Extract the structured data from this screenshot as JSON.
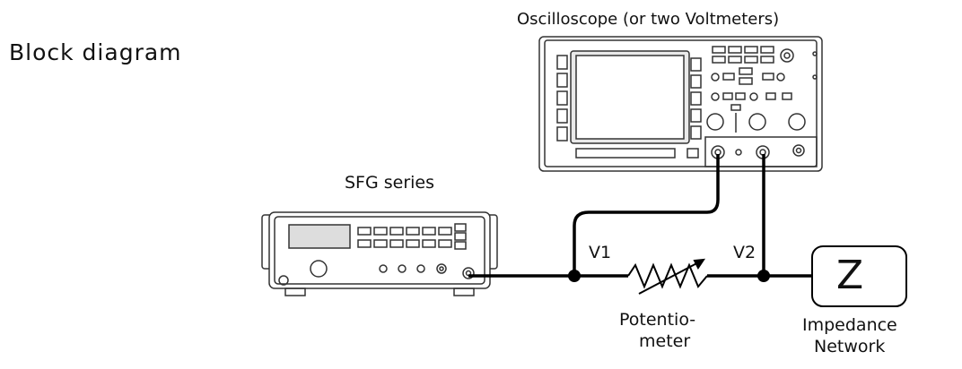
{
  "title": "Block diagram",
  "oscilloscope": {
    "label": "Oscilloscope (or two Voltmeters)"
  },
  "generator": {
    "label": "SFG series"
  },
  "nodes": {
    "v1": "V1",
    "v2": "V2"
  },
  "potentiometer": {
    "label_line1": "Potentio-",
    "label_line2": "meter"
  },
  "impedance": {
    "symbol": "Z",
    "label_line1": "Impedance",
    "label_line2": "Network"
  }
}
